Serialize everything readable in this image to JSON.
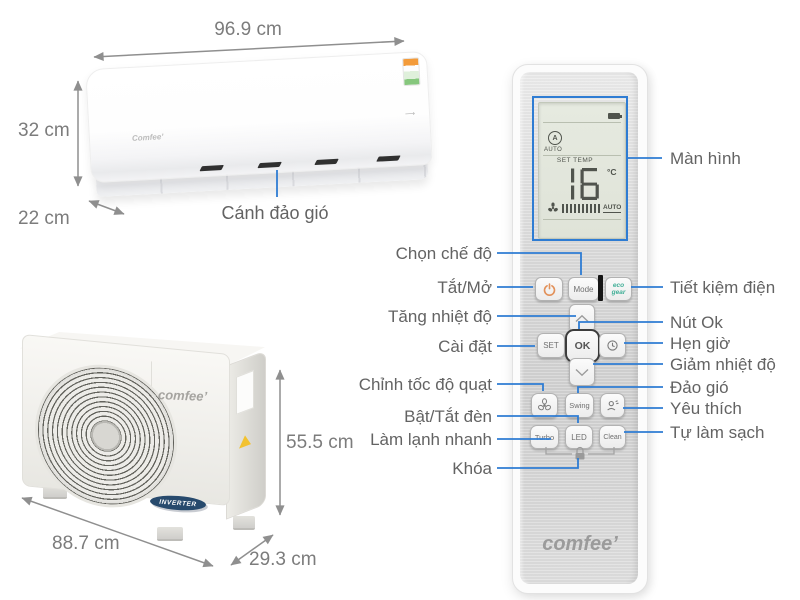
{
  "colors": {
    "annotation_blue": "#2e7cd3",
    "dimension_gray": "#8f8f8f",
    "label_gray": "#636363",
    "power_orange": "#e2915a",
    "eco_green": "#3fae96",
    "lcd_background": "#e2e6dc",
    "badge_navy": "#274a6d"
  },
  "indoor_unit": {
    "brand": "Comfee’",
    "width_label": "96.9 cm",
    "height_label": "32 cm",
    "depth_label": "22 cm",
    "flap_label": "Cánh đảo gió"
  },
  "outdoor_unit": {
    "brand": "comfee’",
    "badge": "INVERTER",
    "width_label": "88.7 cm",
    "depth_label": "29.3 cm",
    "height_label": "55.5 cm"
  },
  "remote": {
    "brand": "comfee’",
    "display": {
      "label": "Màn hình",
      "battery_icon": "battery-icon",
      "mode_icon": "auto-mode-icon",
      "mode_icon_letter": "A",
      "mode_text": "AUTO",
      "set_temp_label": "SET TEMP",
      "temp_value": "16",
      "temp_unit": "°C",
      "fan_icon": "fan-icon",
      "fan_speed_bars": 10,
      "fan_auto_text": "AUTO"
    },
    "buttons": {
      "power": {
        "icon": "power-icon"
      },
      "mode": {
        "label": "Mode"
      },
      "eco": {
        "label_top": "eco",
        "label_bottom": "gear"
      },
      "up": {
        "icon": "chevron-up-icon"
      },
      "set": {
        "label": "SET"
      },
      "ok": {
        "label": "OK"
      },
      "timer": {
        "icon": "clock-icon"
      },
      "down": {
        "icon": "chevron-down-icon"
      },
      "fan": {
        "icon": "fan-icon"
      },
      "swing": {
        "label": "Swing"
      },
      "favorite": {
        "icon": "person-breeze-icon"
      },
      "turbo": {
        "label": "Turbo"
      },
      "led": {
        "label": "LED"
      },
      "clean": {
        "label": "Clean"
      },
      "lock": {
        "icon": "lock-icon"
      }
    },
    "labels_left": [
      "Chọn chế độ",
      "Tắt/Mở",
      "Tăng nhiệt độ",
      "Cài đặt",
      "Chỉnh tốc độ quạt",
      "Bật/Tắt đèn",
      "Làm lạnh nhanh",
      "Khóa"
    ],
    "labels_right": [
      "Màn hình",
      "Tiết kiệm điện",
      "Nút Ok",
      "Hẹn giờ",
      "Giảm nhiệt độ",
      "Đảo gió",
      "Yêu thích",
      "Tự làm sạch"
    ]
  }
}
